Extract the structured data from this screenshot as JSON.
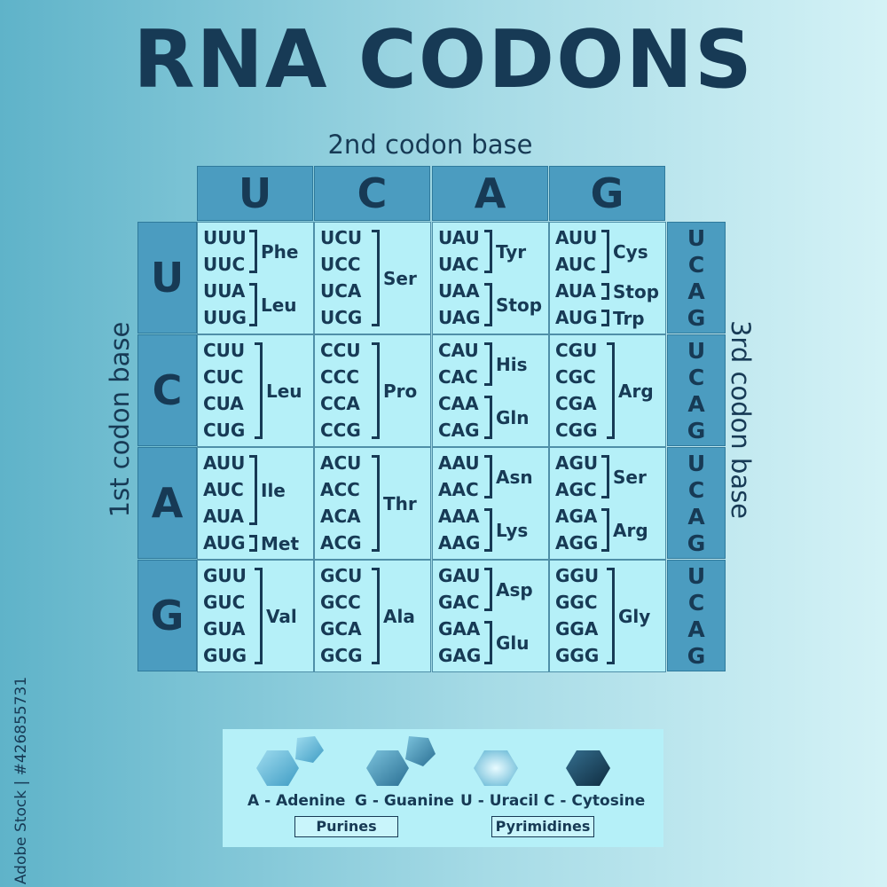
{
  "title": "RNA CODONS",
  "labels": {
    "second_base": "2nd codon base",
    "first_base": "1st codon base",
    "third_base": "3rd codon base"
  },
  "bases": [
    "U",
    "C",
    "A",
    "G"
  ],
  "colors": {
    "header": "#4b9cc0",
    "cell": "#b5f0f8",
    "text": "#173a55"
  },
  "rows": [
    {
      "cells": [
        {
          "codons": [
            "UUU",
            "UUC",
            "UUA",
            "UUG"
          ],
          "groups": [
            {
              "aa": "Phe",
              "from": 0,
              "to": 1
            },
            {
              "aa": "Leu",
              "from": 2,
              "to": 3
            }
          ]
        },
        {
          "codons": [
            "UCU",
            "UCC",
            "UCA",
            "UCG"
          ],
          "groups": [
            {
              "aa": "Ser",
              "from": 0,
              "to": 3
            }
          ]
        },
        {
          "codons": [
            "UAU",
            "UAC",
            "UAA",
            "UAG"
          ],
          "groups": [
            {
              "aa": "Tyr",
              "from": 0,
              "to": 1
            },
            {
              "aa": "Stop",
              "from": 2,
              "to": 3
            }
          ]
        },
        {
          "codons": [
            "AUU",
            "AUC",
            "AUA",
            "AUG"
          ],
          "groups": [
            {
              "aa": "Cys",
              "from": 0,
              "to": 1
            },
            {
              "aa": "Stop",
              "from": 2,
              "to": 2
            },
            {
              "aa": "Trp",
              "from": 3,
              "to": 3
            }
          ]
        }
      ]
    },
    {
      "cells": [
        {
          "codons": [
            "CUU",
            "CUC",
            "CUA",
            "CUG"
          ],
          "groups": [
            {
              "aa": "Leu",
              "from": 0,
              "to": 3
            }
          ]
        },
        {
          "codons": [
            "CCU",
            "CCC",
            "CCA",
            "CCG"
          ],
          "groups": [
            {
              "aa": "Pro",
              "from": 0,
              "to": 3
            }
          ]
        },
        {
          "codons": [
            "CAU",
            "CAC",
            "CAA",
            "CAG"
          ],
          "groups": [
            {
              "aa": "His",
              "from": 0,
              "to": 1
            },
            {
              "aa": "Gln",
              "from": 2,
              "to": 3
            }
          ]
        },
        {
          "codons": [
            "CGU",
            "CGC",
            "CGA",
            "CGG"
          ],
          "groups": [
            {
              "aa": "Arg",
              "from": 0,
              "to": 3
            }
          ]
        }
      ]
    },
    {
      "cells": [
        {
          "codons": [
            "AUU",
            "AUC",
            "AUA",
            "AUG"
          ],
          "groups": [
            {
              "aa": "Ile",
              "from": 0,
              "to": 2
            },
            {
              "aa": "Met",
              "from": 3,
              "to": 3
            }
          ]
        },
        {
          "codons": [
            "ACU",
            "ACC",
            "ACA",
            "ACG"
          ],
          "groups": [
            {
              "aa": "Thr",
              "from": 0,
              "to": 3
            }
          ]
        },
        {
          "codons": [
            "AAU",
            "AAC",
            "AAA",
            "AAG"
          ],
          "groups": [
            {
              "aa": "Asn",
              "from": 0,
              "to": 1
            },
            {
              "aa": "Lys",
              "from": 2,
              "to": 3
            }
          ]
        },
        {
          "codons": [
            "AGU",
            "AGC",
            "AGA",
            "AGG"
          ],
          "groups": [
            {
              "aa": "Ser",
              "from": 0,
              "to": 1
            },
            {
              "aa": "Arg",
              "from": 2,
              "to": 3
            }
          ]
        }
      ]
    },
    {
      "cells": [
        {
          "codons": [
            "GUU",
            "GUC",
            "GUA",
            "GUG"
          ],
          "groups": [
            {
              "aa": "Val",
              "from": 0,
              "to": 3
            }
          ]
        },
        {
          "codons": [
            "GCU",
            "GCC",
            "GCA",
            "GCG"
          ],
          "groups": [
            {
              "aa": "Ala",
              "from": 0,
              "to": 3
            }
          ]
        },
        {
          "codons": [
            "GAU",
            "GAC",
            "GAA",
            "GAG"
          ],
          "groups": [
            {
              "aa": "Asp",
              "from": 0,
              "to": 1
            },
            {
              "aa": "Glu",
              "from": 2,
              "to": 3
            }
          ]
        },
        {
          "codons": [
            "GGU",
            "GGC",
            "GGA",
            "GGG"
          ],
          "groups": [
            {
              "aa": "Gly",
              "from": 0,
              "to": 3
            }
          ]
        }
      ]
    }
  ],
  "legend": {
    "items": [
      {
        "name": "A - Adenine",
        "icon": "adenine-hexagon-pentagon-icon"
      },
      {
        "name": "G - Guanine",
        "icon": "guanine-hexagon-pentagon-icon"
      },
      {
        "name": "U - Uracil",
        "icon": "uracil-hexagon-icon"
      },
      {
        "name": "C - Cytosine",
        "icon": "cytosine-hexagon-icon"
      }
    ],
    "purines": "Purines",
    "pyrimidines": "Pyrimidines"
  },
  "credit": "Adobe Stock | #426855731"
}
